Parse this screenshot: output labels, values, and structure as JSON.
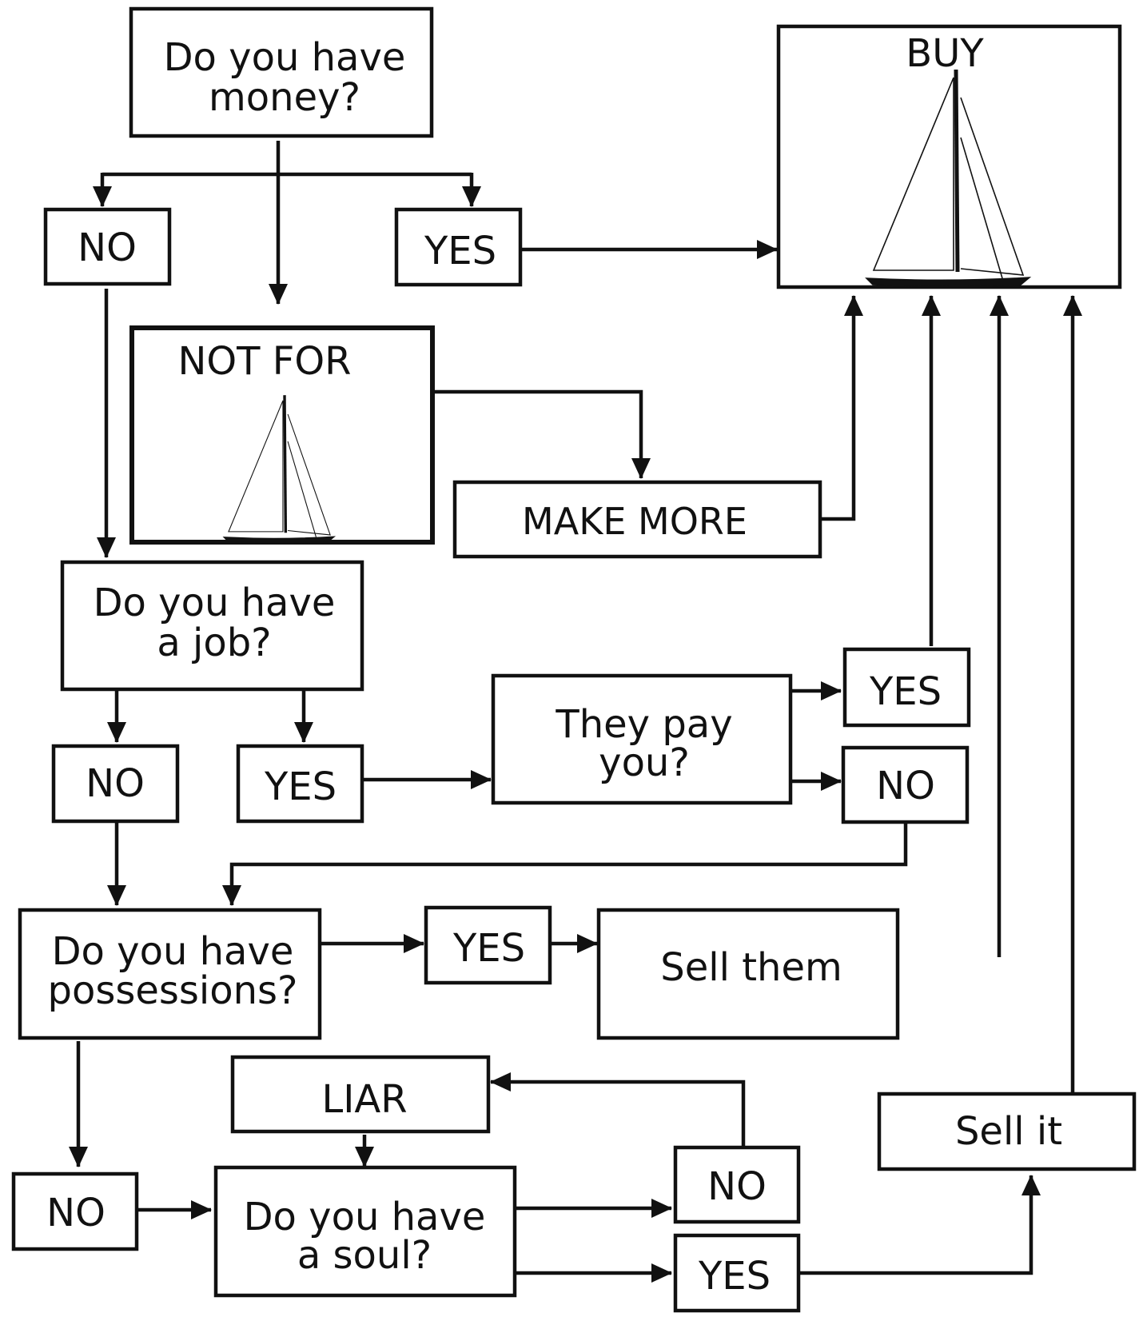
{
  "nodes": {
    "money_q": [
      "Do you have",
      "money?"
    ],
    "buy": "BUY",
    "money_no": "NO",
    "money_yes": "YES",
    "not_for": "NOT FOR",
    "make_more": "MAKE MORE",
    "job_q": [
      "Do you have",
      "a job?"
    ],
    "job_no": "NO",
    "job_yes": "YES",
    "pay_q": [
      "They pay",
      "you?"
    ],
    "pay_yes": "YES",
    "pay_no": "NO",
    "poss_q": [
      "Do you have",
      "possessions?"
    ],
    "poss_yes": "YES",
    "sell_them": "Sell them",
    "liar": "LIAR",
    "sell_it": "Sell it",
    "poss_no": "NO",
    "soul_q": [
      "Do you have",
      "a soul?"
    ],
    "soul_no": "NO",
    "soul_yes": "YES"
  },
  "icons": {
    "buy_icon": "sailboat-icon",
    "not_for_icon": "sailboat-icon"
  },
  "colors": {
    "line": "#111111",
    "background": "#ffffff"
  }
}
